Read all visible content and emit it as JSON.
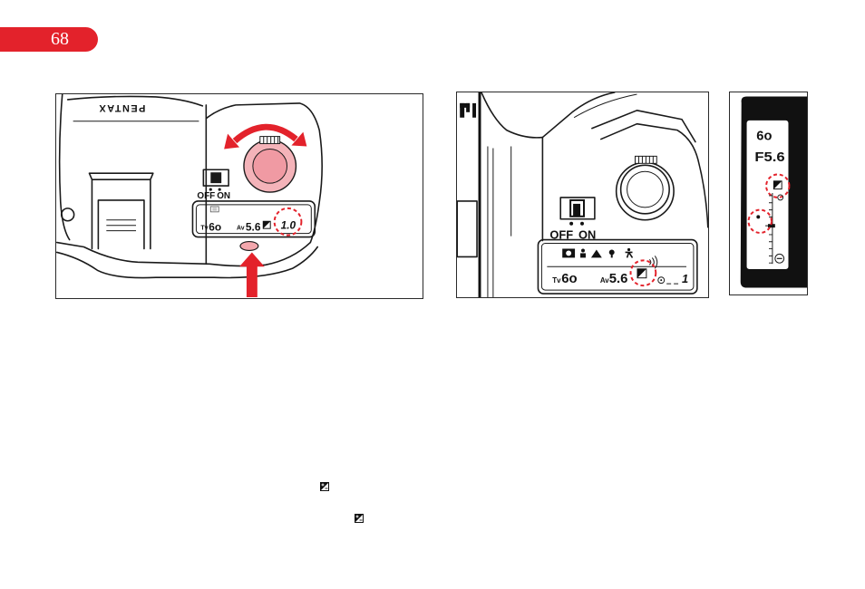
{
  "page": {
    "number": "68"
  },
  "figure1": {
    "logo": "PENTAX",
    "switch_off": "OFF",
    "switch_on": "ON",
    "lcd": {
      "tv_label": "Tv",
      "shutter": "6o",
      "av_label": "Av",
      "aperture": "5.6",
      "compensation": "1.0"
    }
  },
  "figure2": {
    "switch_off": "OFF",
    "switch_on": "ON",
    "lcd": {
      "tv_label": "Tv",
      "shutter": "6o",
      "av_label": "Av",
      "aperture": "5.6",
      "frame_count": "1"
    }
  },
  "figure3": {
    "viewfinder": {
      "shutter": "6o",
      "aperture": "F5.6"
    }
  },
  "icons": {
    "compensation": "exposure-compensation-icon",
    "dial_arrow": "double-curved-arrow-icon",
    "press_arrow": "up-arrow-icon",
    "minus": "minus-circle-icon"
  },
  "colors": {
    "accent_red": "#e3222b",
    "dial_pink": "#f4b3b9",
    "viewfinder_black": "#111111"
  }
}
